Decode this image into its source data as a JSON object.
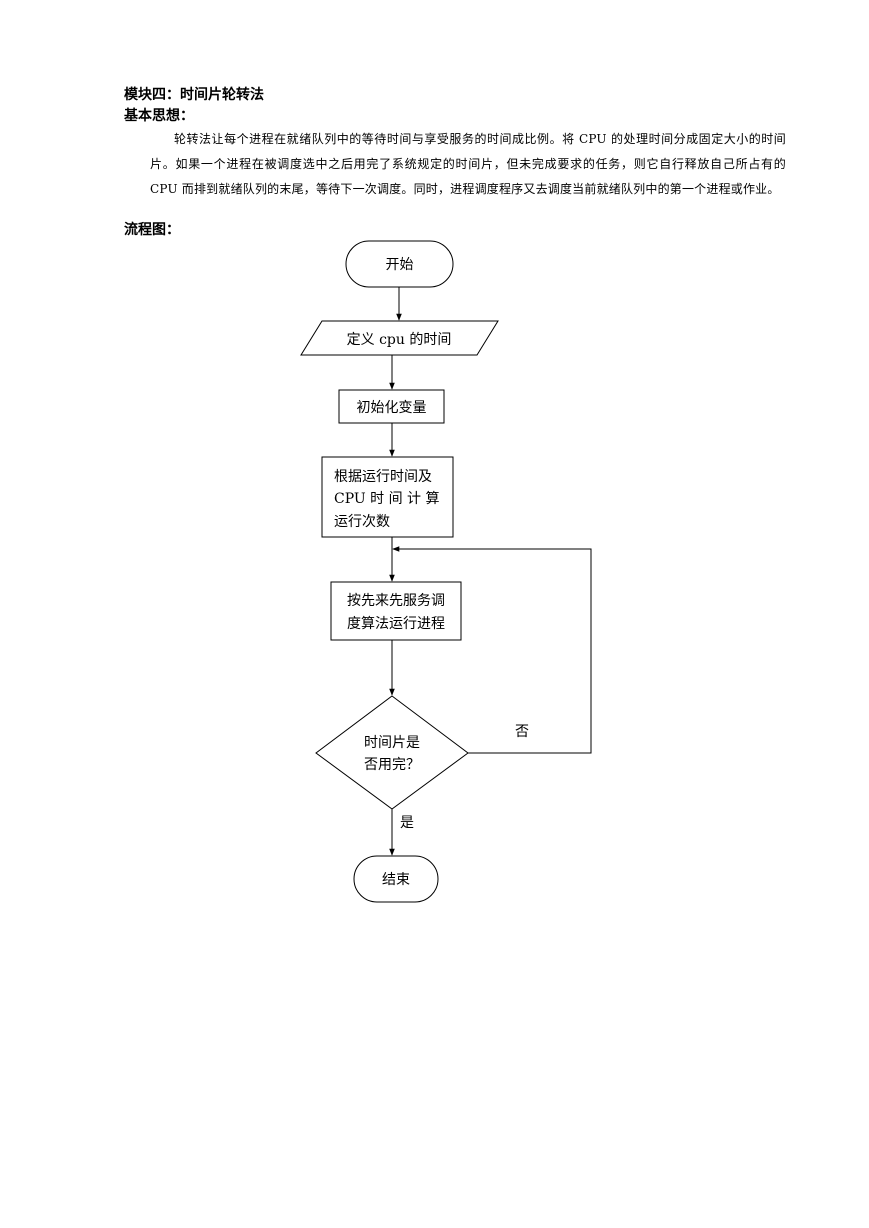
{
  "document": {
    "section_title": "模块四：时间片轮转法",
    "idea_heading": "基本思想：",
    "idea_text": "轮转法让每个进程在就绪队列中的等待时间与享受服务的时间成比例。将 CPU 的处理时间分成固定大小的时间片。如果一个进程在被调度选中之后用完了系统规定的时间片，但未完成要求的任务，则它自行释放自己所占有的 CPU 而排到就绪队列的末尾，等待下一次调度。同时，进程调度程序又去调度当前就绪队列中的第一个进程或作业。",
    "flow_heading": "流程图："
  },
  "flowchart": {
    "start": "开始",
    "define_cpu": "定义 cpu 的时间",
    "init_vars": "初始化变量",
    "compute_line1": "根据运行时间及",
    "compute_line2": "CPU 时 间 计 算",
    "compute_line3": "运行次数",
    "fcfs_line1": "按先来先服务调",
    "fcfs_line2": "度算法运行进程",
    "decision_line1": "时间片是",
    "decision_line2": "否用完？",
    "no_label": "否",
    "yes_label": "是",
    "end": "结束"
  }
}
